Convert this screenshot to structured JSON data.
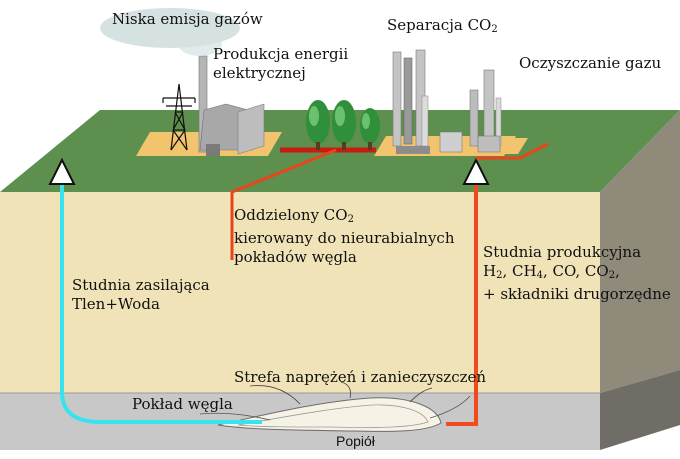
{
  "labels": {
    "low_emission": "Niska emisja gazów",
    "power_line1": "Produkcja energii",
    "power_line2": "elektrycznej",
    "co2_sep_prefix": "Separacja CO",
    "co2_sep_sub": "2",
    "gas_cleaning": "Oczyszczanie gazu",
    "co2_line1_prefix": "Oddzielony CO",
    "co2_line1_sub": "2",
    "co2_line2": "kierowany do nieurabialnych",
    "co2_line3": "pokładów węgla",
    "prod_line1": "Studnia produkcyjna",
    "prod_h": "H",
    "prod_h_sub": "2",
    "prod_ch": ", CH",
    "prod_ch_sub": "4",
    "prod_co": ", CO, CO",
    "prod_co_sub": "2",
    "prod_comma": ",",
    "prod_line3": "+ składniki drugorzędne",
    "inj_line1": "Studnia zasilająca",
    "inj_line2": "Tlen+Woda",
    "stress_zone": "Strefa naprężeń i zanieczyszczeń",
    "coal_seam": "Pokład węgla",
    "ash": "Popiół"
  },
  "colors": {
    "ground_surface": "#5d8f4e",
    "soil_front": "#f1e3b8",
    "soil_side": "#8f8a7a",
    "coal_seam": "#c8c8c8",
    "injection_pipe": "#36e3ef",
    "production_pipe": "#f14a1c",
    "co2_pipe": "#e8461a",
    "pad": "#f3c46e"
  }
}
